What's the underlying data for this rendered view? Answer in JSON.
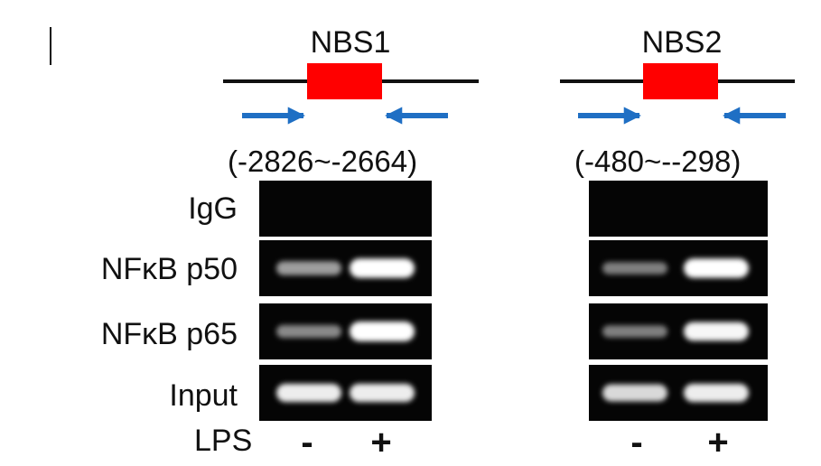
{
  "colors": {
    "promoter_line": "#111111",
    "binding_site": "#ff0000",
    "primer_arrow": "#1f6fc4",
    "gel_background": "#050505",
    "band": "#ffffff"
  },
  "sites": [
    {
      "name": "NBS1",
      "region": "(-2826~-2664)"
    },
    {
      "name": "NBS2",
      "region": "(-480~--298)"
    }
  ],
  "rows": [
    {
      "label": "IgG"
    },
    {
      "label": "NFκB p50"
    },
    {
      "label": "NFκB p65"
    },
    {
      "label": "Input"
    }
  ],
  "treatment": {
    "label": "LPS",
    "lanes": [
      "-",
      "+"
    ]
  },
  "band_intensity": {
    "NBS1": {
      "IgG": [
        0,
        0
      ],
      "NFκB p50": [
        0.45,
        0.95
      ],
      "NFκB p65": [
        0.35,
        1.0
      ],
      "Input": [
        0.85,
        0.85
      ]
    },
    "NBS2": {
      "IgG": [
        0,
        0
      ],
      "NFκB p50": [
        0.3,
        0.95
      ],
      "NFκB p65": [
        0.3,
        0.9
      ],
      "Input": [
        0.75,
        0.85
      ]
    }
  }
}
